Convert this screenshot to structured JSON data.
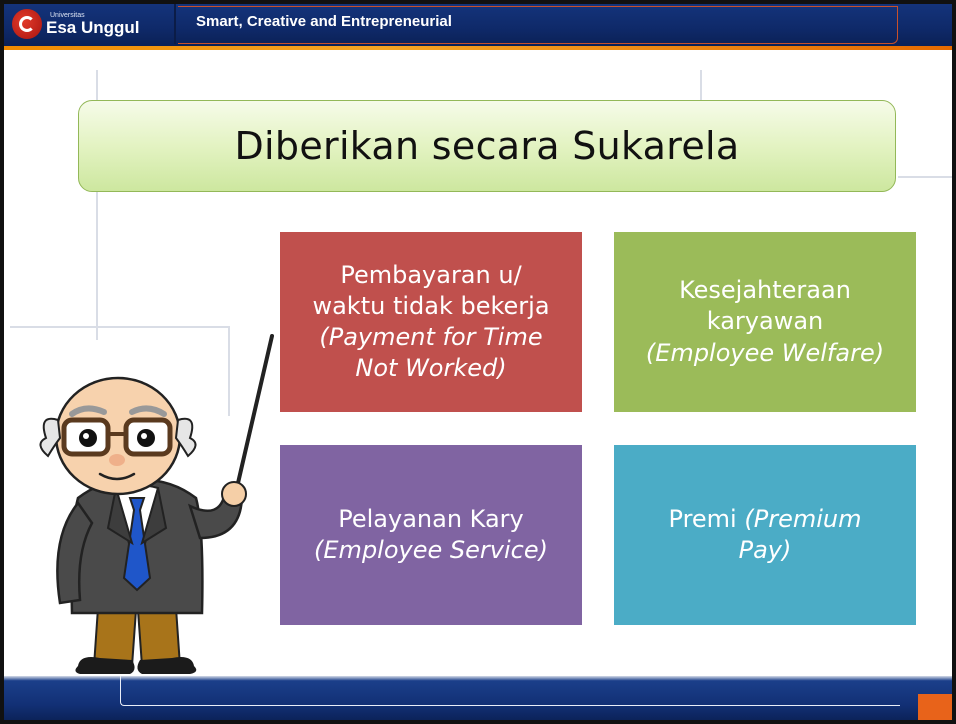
{
  "header": {
    "logo_small": "Universitas",
    "logo_name": "Esa Unggul",
    "tagline": "Smart, Creative and Entrepreneurial"
  },
  "slide": {
    "title": "Diberikan secara Sukarela",
    "boxes": [
      {
        "lines": [
          "Pembayaran u/",
          "waktu tidak bekerja"
        ],
        "italic_lines": [
          "(Payment for Time",
          "Not Worked)"
        ],
        "color": "#c0504d"
      },
      {
        "lines": [
          "Kesejahteraan",
          "karyawan"
        ],
        "italic_lines": [
          "(Employee Welfare)"
        ],
        "color": "#9bbb59"
      },
      {
        "lines": [
          "Pelayanan Kary"
        ],
        "italic_lines": [
          "(Employee Service)"
        ],
        "color": "#8064a2"
      },
      {
        "lead": "Premi",
        "italic_lead": "(Premium",
        "italic_tail": "Pay)",
        "color": "#4bacc6"
      }
    ]
  },
  "colors": {
    "header_bg": "#15357e",
    "accent_orange": "#f08a00",
    "title_green": "#cde79f"
  }
}
